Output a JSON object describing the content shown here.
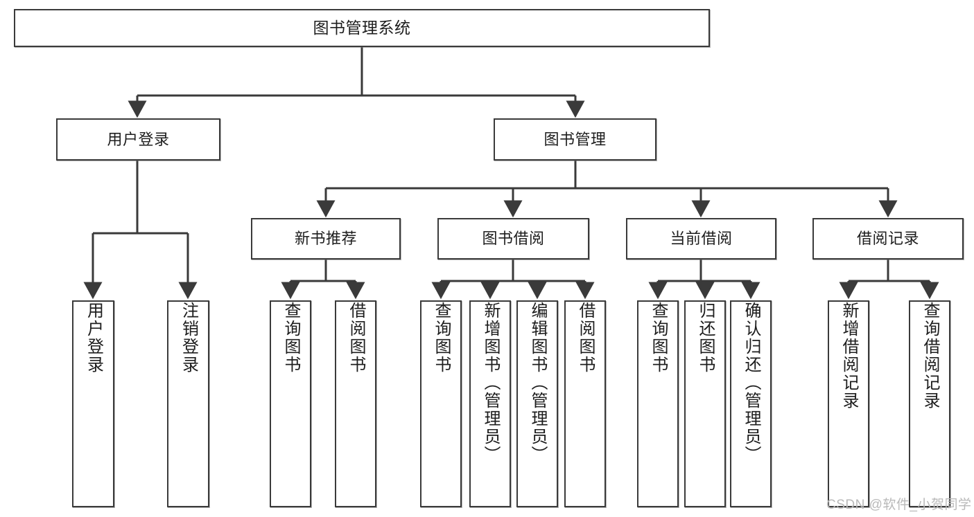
{
  "diagram": {
    "title": "图书管理系统",
    "type": "tree-hierarchy-diagram",
    "colors": {
      "box_border": "#3a3a3a",
      "box_fill": "#ffffff",
      "connector": "#3a3a3a",
      "watermark": "#b9b9b9",
      "background": "#ffffff"
    },
    "root": {
      "label": "图书管理系统"
    },
    "level2": [
      {
        "id": "user-login",
        "label": "用户登录"
      },
      {
        "id": "book-manage",
        "label": "图书管理"
      }
    ],
    "level3": [
      {
        "id": "new-book-recommend",
        "label": "新书推荐"
      },
      {
        "id": "book-borrow",
        "label": "图书借阅"
      },
      {
        "id": "current-borrow",
        "label": "当前借阅"
      },
      {
        "id": "borrow-record",
        "label": "借阅记录"
      }
    ],
    "leaves": {
      "user_login": [
        {
          "id": "leaf-user-login",
          "label": "用户登录"
        },
        {
          "id": "leaf-logout-login",
          "label": "注销登录"
        }
      ],
      "new_book_recommend": [
        {
          "id": "leaf-query-book-1",
          "label": "查询图书"
        },
        {
          "id": "leaf-borrow-book-1",
          "label": "借阅图书"
        }
      ],
      "book_borrow": [
        {
          "id": "leaf-query-book-2",
          "label": "查询图书"
        },
        {
          "id": "leaf-add-book",
          "label": "新增图书（管理员）"
        },
        {
          "id": "leaf-edit-book",
          "label": "编辑图书（管理员）"
        },
        {
          "id": "leaf-borrow-book-2",
          "label": "借阅图书"
        }
      ],
      "current_borrow": [
        {
          "id": "leaf-query-book-3",
          "label": "查询图书"
        },
        {
          "id": "leaf-return-book",
          "label": "归还图书"
        },
        {
          "id": "leaf-confirm-return",
          "label": "确认归还（管理员）"
        }
      ],
      "borrow_record": [
        {
          "id": "leaf-add-borrow-record",
          "label": "新增借阅记录"
        },
        {
          "id": "leaf-query-borrow-record",
          "label": "查询借阅记录"
        }
      ]
    },
    "watermark": "CSDN @软件_小贺同学"
  }
}
